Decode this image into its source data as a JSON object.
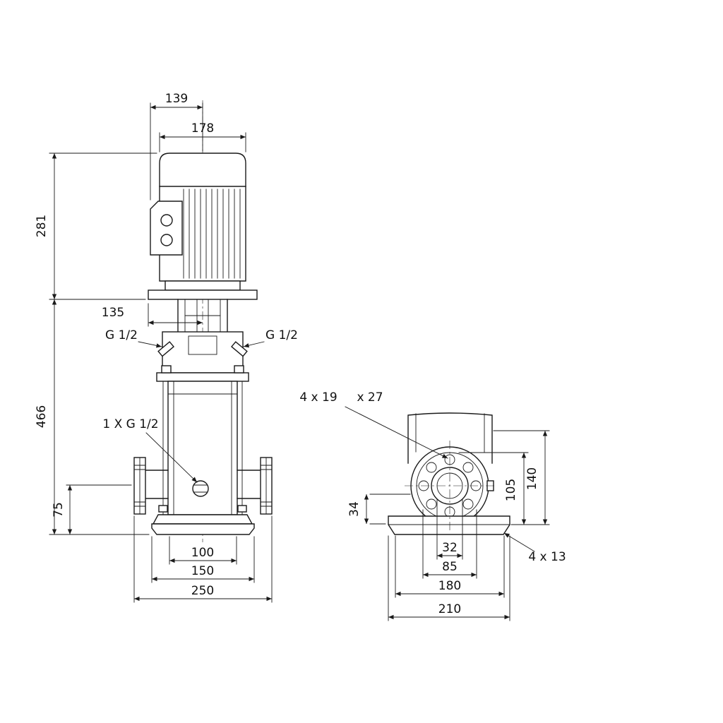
{
  "drawing": {
    "background": "#ffffff",
    "line_color": "#1a1a1a"
  },
  "front_view": {
    "labels": {
      "dim_139": "139",
      "dim_178": "178",
      "dim_281": "281",
      "dim_135": "135",
      "dim_466": "466",
      "dim_75": "75",
      "dim_100": "100",
      "dim_150": "150",
      "dim_250": "250",
      "port_left": "G 1/2",
      "port_right": "G 1/2",
      "drain_port": "1 X G 1/2"
    }
  },
  "side_view": {
    "labels": {
      "flange_holes": "4 x 19",
      "flange_holes_depth": "x 27",
      "dim_34": "34",
      "dim_105": "105",
      "dim_140": "140",
      "dim_32": "32",
      "dim_85": "85",
      "dim_180": "180",
      "dim_210": "210",
      "base_holes": "4 x 13"
    }
  }
}
